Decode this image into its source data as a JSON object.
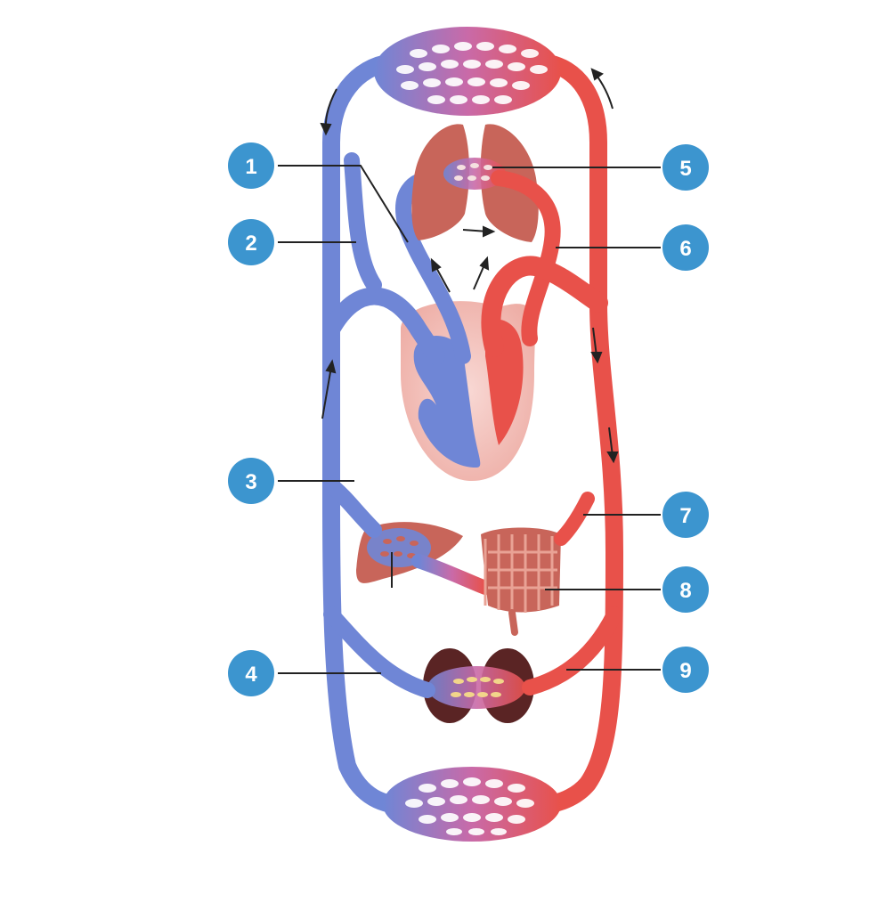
{
  "colors": {
    "vein": "#6f86d6",
    "vein_dark": "#4a63bf",
    "artery": "#e8514a",
    "artery_dark": "#c73a35",
    "capillary": "#c96aa8",
    "badge": "#3c95cf",
    "organ": "#c8655a",
    "heart_bg": "#f3c7c2"
  },
  "callouts": [
    {
      "number": "1"
    },
    {
      "number": "2"
    },
    {
      "number": "3"
    },
    {
      "number": "4"
    },
    {
      "number": "5"
    },
    {
      "number": "6"
    },
    {
      "number": "7"
    },
    {
      "number": "8"
    },
    {
      "number": "9"
    }
  ],
  "flow_arrows": [
    "up-left-vein",
    "up-right-artery",
    "down-right-artery",
    "down-left-vein",
    "lung-to-heart",
    "heart-to-lung"
  ]
}
